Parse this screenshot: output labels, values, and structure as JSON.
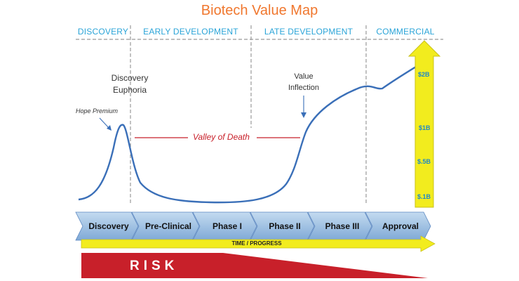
{
  "title": "Biotech Value Map",
  "phases": [
    {
      "label": "DISCOVERY"
    },
    {
      "label": "EARLY DEVELOPMENT"
    },
    {
      "label": "LATE DEVELOPMENT"
    },
    {
      "label": "COMMERCIAL"
    }
  ],
  "annotations": {
    "hope_premium": "Hope Premium",
    "discovery_euphoria_line1": "Discovery",
    "discovery_euphoria_line2": "Euphoria",
    "value_inflection_line1": "Value",
    "value_inflection_line2": "Inflection",
    "valley_of_death": "Valley of Death"
  },
  "value_scale": [
    "$2B",
    "$1B",
    "$.5B",
    "$.1B"
  ],
  "stages": [
    "Discovery",
    "Pre-Clinical",
    "Phase I",
    "Phase II",
    "Phase III",
    "Approval"
  ],
  "time_label": "TIME / PROGRESS",
  "risk_label": "RISK",
  "colors": {
    "title": "#f0772e",
    "phase_label": "#2aa4d8",
    "curve": "#3a6fb8",
    "valley": "#c8202a",
    "value_arrow": "#f2ec1e",
    "risk": "#c8202a",
    "stage_fill": "#9cc0e4"
  }
}
